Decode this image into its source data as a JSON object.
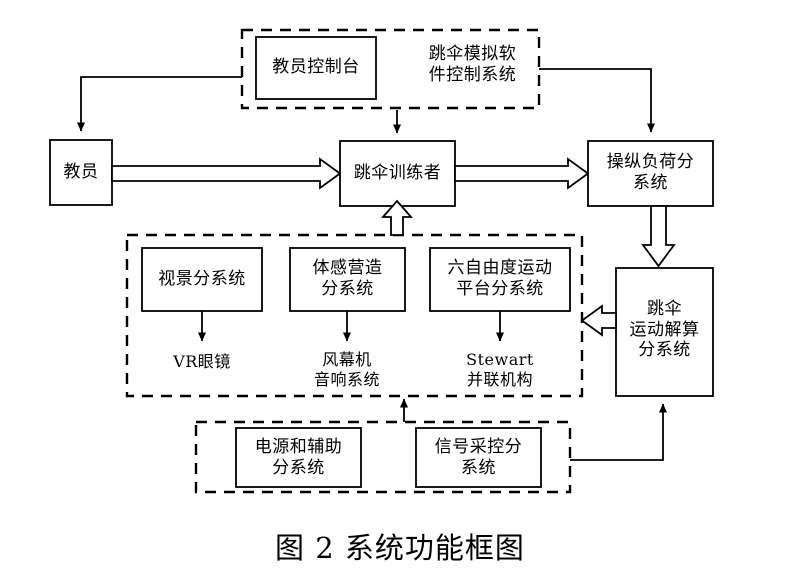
{
  "figure": {
    "caption": "图 2    系统功能框图",
    "caption_number": "图 2",
    "caption_title": "系统功能框图"
  },
  "groups": [
    {
      "id": "software-control-group",
      "label": "跳伞模拟软\n件控制系统",
      "style": "dashed"
    },
    {
      "id": "simulation-subsystems-group",
      "label": "",
      "style": "dashed"
    },
    {
      "id": "support-subsystems-group",
      "label": "",
      "style": "dashed"
    }
  ],
  "boxes": {
    "instructor_console": "教员控制台",
    "instructor": "教员",
    "trainee": "跳伞训练者",
    "control_load_subsystem": "操纵负荷分\n系统",
    "motion_solver_subsystem": "跳伞\n运动解算\n分系统",
    "visual_subsystem": "视景分系统",
    "somatosensory_subsystem": "体感营造\n分系统",
    "six_dof_platform_subsystem": "六自由度运动\n平台分系统",
    "power_aux_subsystem": "电源和辅助\n分系统",
    "signal_acquisition_subsystem": "信号采控分\n系统"
  },
  "leaf_nodes": {
    "vr_glasses": "VR眼镜",
    "wind_curtain_audio": "风幕机\n音响系统",
    "stewart_platform": "Stewart\n并联机构"
  },
  "colors": {
    "stroke": "#000000",
    "background": "#ffffff",
    "text": "#000000"
  }
}
